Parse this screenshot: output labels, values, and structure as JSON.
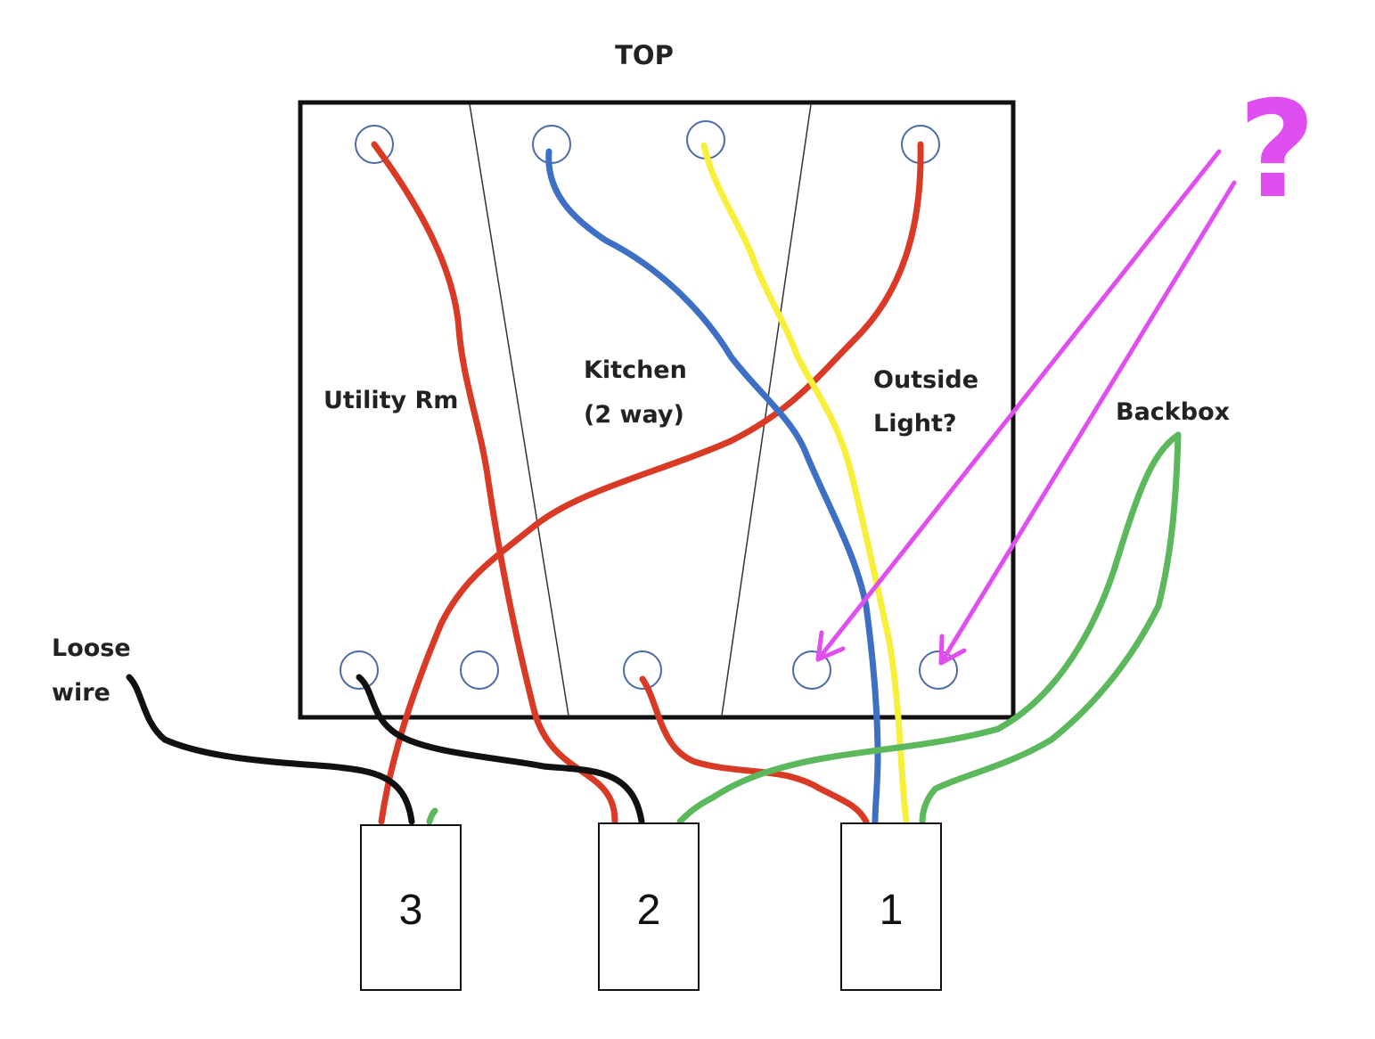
{
  "diagram": {
    "top_label": "TOP",
    "sections": {
      "utility": "Utility Rm",
      "kitchen_line1": "Kitchen",
      "kitchen_line2": "(2 way)",
      "outside_line1": "Outside",
      "outside_line2": "Light?"
    },
    "backbox_label": "Backbox",
    "loose_wire_line1": "Loose",
    "loose_wire_line2": "wire",
    "question_mark": "?",
    "connectors": [
      "3",
      "2",
      "1"
    ],
    "colors": {
      "red": "#d93a25",
      "blue": "#3d6fc4",
      "yellow": "#f7ef3a",
      "green": "#5cb85c",
      "black": "#111111",
      "magenta": "#e04ef0",
      "terminal_ring": "#4a6aa8"
    }
  }
}
